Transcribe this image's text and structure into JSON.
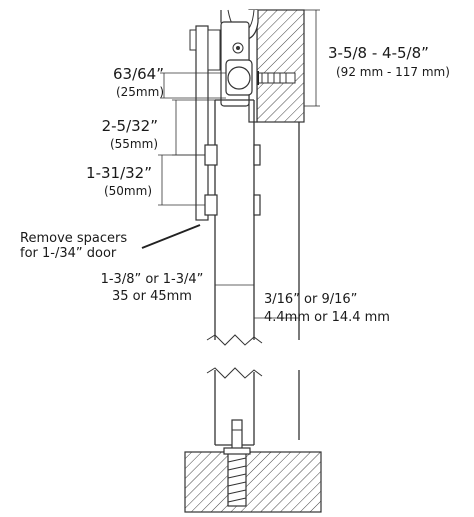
{
  "wall_depth": {
    "inches": "3-5/8 - 4-5/8”",
    "mm": "(92 mm - 117 mm)"
  },
  "bolt_drop": {
    "inches": "63/64”",
    "mm": "(25mm)"
  },
  "upper_gap": {
    "inches": "2-5/32”",
    "mm": "(55mm)"
  },
  "spacer_span": {
    "inches": "1-31/32”",
    "mm": "(50mm)"
  },
  "spacer_note": {
    "line1": "Remove spacers",
    "line2": "for 1-/34” door"
  },
  "door_thickness": {
    "inches": "1-3/8” or 1-3/4”",
    "mm": "35 or 45mm"
  },
  "wall_clearance": {
    "inches": "3/16” or 9/16”",
    "mm": "4.4mm or 14.4 mm"
  }
}
